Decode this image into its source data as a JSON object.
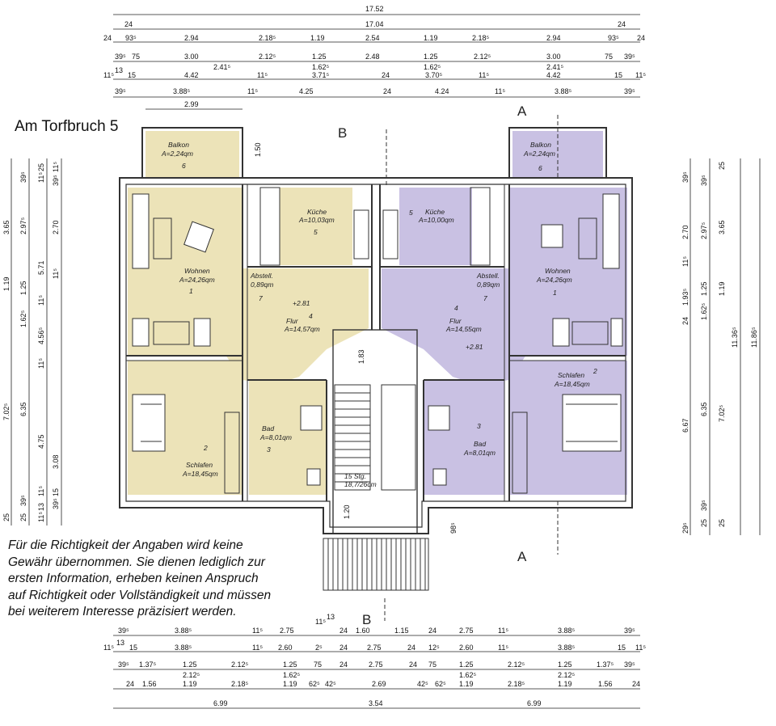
{
  "title": "Am Torfbruch 5",
  "disclaimer": [
    "Für die Richtigkeit der Angaben wird keine",
    "Gewähr übernommen. Sie dienen lediglich zur",
    "ersten Information, erheben keinen Anspruch",
    "auf Richtigkeit oder Vollständigkeit und müssen",
    "bei weiterem Interesse präzisiert werden."
  ],
  "colors": {
    "left_unit": "#ece3b8",
    "right_unit": "#c9c1e3",
    "wall": "#333333"
  },
  "section_markers": {
    "a": "A",
    "b": "B"
  },
  "left_unit": {
    "balcony": {
      "name": "Balkon",
      "area": "A=2,24qm",
      "num": "6"
    },
    "kitchen": {
      "name": "Küche",
      "area": "A=10,03qm",
      "num": "5"
    },
    "living": {
      "name": "Wohnen",
      "area": "A=24,26qm",
      "num": "1"
    },
    "storage": {
      "name": "Abstell.",
      "area": "0,89qm",
      "num": "7"
    },
    "hall": {
      "name": "Flur",
      "area": "A=14,57qm",
      "num": "4"
    },
    "bath": {
      "name": "Bad",
      "area": "A=8,01qm",
      "num": "3"
    },
    "bedroom": {
      "name": "Schlafen",
      "area": "A=18,45qm",
      "num": "2"
    },
    "level": "+2.81"
  },
  "right_unit": {
    "balcony": {
      "name": "Balkon",
      "area": "A=2,24qm",
      "num": "6"
    },
    "kitchen": {
      "name": "Küche",
      "area": "A=10,00qm",
      "num": "5"
    },
    "living": {
      "name": "Wohnen",
      "area": "A=24,26qm",
      "num": "1"
    },
    "storage": {
      "name": "Abstell.",
      "area": "0,89qm",
      "num": "7"
    },
    "hall": {
      "name": "Flur",
      "area": "A=14,55qm",
      "num": "4"
    },
    "bath": {
      "name": "Bad",
      "area": "A=8,01qm",
      "num": "3"
    },
    "bedroom": {
      "name": "Schlafen",
      "area": "A=18,45qm",
      "num": "2"
    },
    "level": "+2.81"
  },
  "stair": {
    "steps": "15 Stg.",
    "ratio": "18,7/26cm"
  },
  "dims_top": {
    "row1": [
      "17.52"
    ],
    "row2": [
      "24",
      "17.04",
      "24"
    ],
    "row3": [
      "24",
      "93⁵",
      "2.94",
      "2.18⁵",
      "1.19",
      "2.54",
      "1.19",
      "2.18⁵",
      "2.94",
      "93⁵",
      "24"
    ],
    "row4": [
      "39⁵",
      "75",
      "3.00",
      "2.12⁵",
      "1.25",
      "2.48",
      "1.25",
      "2.12⁵",
      "3.00",
      "75",
      "39⁵"
    ],
    "row4b": [
      "2.41⁵",
      "1.62⁵",
      "1.62⁵",
      "2.41⁵"
    ],
    "row5": [
      "11⁵",
      "13",
      "15",
      "4.42",
      "11⁵",
      "3.71⁵",
      "24",
      "3.70⁵",
      "11⁵",
      "4.42",
      "15",
      "11⁵"
    ],
    "row6": [
      "39⁵",
      "3.88⁵",
      "11⁵",
      "4.25",
      "24",
      "4.24",
      "11⁵",
      "3.88⁵",
      "39⁵"
    ],
    "balcony": "2.99",
    "balcony_depth": "1.50"
  },
  "dims_bottom": {
    "row1": [
      "39⁵",
      "3.88⁵",
      "11⁵",
      "2.75",
      "11⁵",
      "13",
      "24",
      "1.60",
      "1.15",
      "24",
      "2.75",
      "11⁵",
      "3.88⁵",
      "39⁵"
    ],
    "row2": [
      "11⁵",
      "13",
      "15",
      "3.88⁵",
      "11⁵",
      "2.60",
      "2⁵",
      "24",
      "2.75",
      "24",
      "12⁵",
      "2.60",
      "11⁵",
      "3.88⁵",
      "15",
      "11⁵"
    ],
    "row3": [
      "39⁵",
      "1.37⁵",
      "1.25",
      "2.12⁵",
      "1.25",
      "75",
      "24",
      "2.75",
      "24",
      "75",
      "1.25",
      "2.12⁵",
      "1.25",
      "1.37⁵",
      "39⁵"
    ],
    "row3b": [
      "2.12⁵",
      "1.62⁵",
      "1.62⁵",
      "2.12⁵"
    ],
    "row4": [
      "24",
      "1.56",
      "1.19",
      "2.18⁵",
      "1.19",
      "62⁵",
      "42⁵",
      "2.69",
      "42⁵",
      "62⁵",
      "1.19",
      "2.18⁵",
      "1.19",
      "1.56",
      "24"
    ],
    "row5": [
      "6.99",
      "3.54",
      "6.99"
    ]
  },
  "dims_left": {
    "col1": [
      "3.65",
      "1.19",
      "7.02⁵",
      "25"
    ],
    "col2": [
      "39⁵",
      "2.97⁵",
      "1.25",
      "1.62⁵",
      "6.35",
      "25",
      "39⁵"
    ],
    "col3": [
      "25",
      "11⁵",
      "5.71",
      "11⁵",
      "4.56⁵",
      "11⁵",
      "4.75",
      "11⁵",
      "13",
      "11⁵"
    ],
    "col4": [
      "11⁵",
      "39⁵",
      "2.70",
      "11⁵",
      "3.08",
      "15",
      "39⁵"
    ]
  },
  "dims_right": {
    "col1": [
      "39⁵",
      "2.70",
      "11⁵",
      "1.93⁵",
      "24",
      "6.67",
      "29⁵"
    ],
    "col2": [
      "39⁵",
      "2.97⁵",
      "1.25",
      "1.62⁵",
      "6.35",
      "25",
      "39⁵"
    ],
    "col3": [
      "25",
      "3.65",
      "1.19",
      "11.36⁵",
      "7.02⁵",
      "25"
    ],
    "col4": [
      "11.86⁵"
    ]
  },
  "misc_dims": {
    "stair_depth": "1.83",
    "landing": "1.20",
    "entrance": "98⁵"
  }
}
